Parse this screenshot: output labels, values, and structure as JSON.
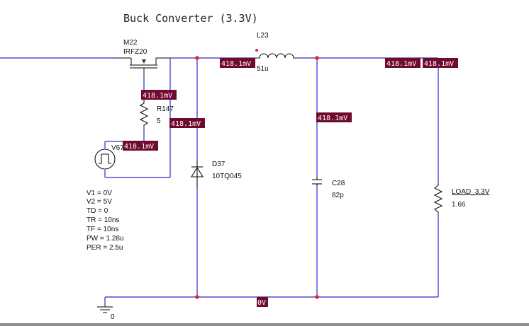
{
  "title": "Buck Converter (3.3V)",
  "colors": {
    "wire": "#2b2bd1",
    "node": "#e8232e",
    "probe": "#6f0b2e",
    "probe_text": "#ffffff"
  },
  "mosfet": {
    "ref": "M22",
    "part": "IRFZ20"
  },
  "inductor": {
    "ref": "L23",
    "value": "51u"
  },
  "resistor": {
    "ref": "R147",
    "value": "5"
  },
  "source": {
    "ref": "V67",
    "params": [
      "V1 = 0V",
      "V2 = 5V",
      "TD = 0",
      "TR = 10ns",
      "TF = 10ns",
      "PW = 1.28u",
      "PER = 2.5u"
    ]
  },
  "diode": {
    "ref": "D37",
    "part": "10TQ045"
  },
  "capacitor": {
    "ref": "C28",
    "value": "82p"
  },
  "load": {
    "ref": "LOAD_3.3V",
    "value": "1.66"
  },
  "ground": {
    "label": "0"
  },
  "probes": {
    "switch_node": "418.1mV",
    "gate": "418.1mV",
    "source_drive": "418.1mV",
    "switch_node_2": "418.1mV",
    "cap_node": "418.1mV",
    "out_1": "418.1mV",
    "out_2": "418.1mV",
    "ground": "0V"
  }
}
